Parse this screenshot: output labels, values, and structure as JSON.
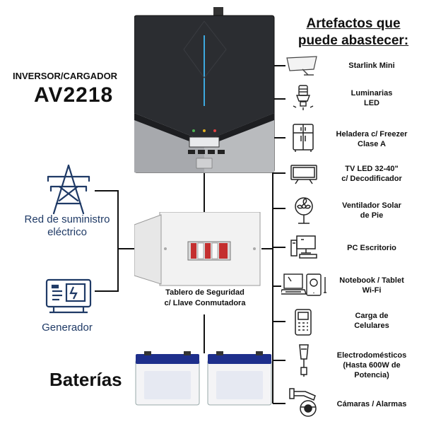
{
  "inverter": {
    "caption": "INVERSOR/CARGADOR",
    "model": "AV2218"
  },
  "sources": {
    "grid_label_line1": "Red de suministro",
    "grid_label_line2": "eléctrico",
    "generator_label": "Generador"
  },
  "panel": {
    "label_line1": "Tablero de Seguridad",
    "label_line2": "c/ Llave Conmutadora"
  },
  "batteries": {
    "label": "Baterías"
  },
  "appliances": {
    "title_line1": "Artefactos que",
    "title_line2": "puede abastecer:",
    "items": [
      {
        "line1": "Starlink Mini",
        "line2": "",
        "icon": "satellite-dish-icon"
      },
      {
        "line1": "Luminarias",
        "line2": "LED",
        "icon": "led-bulb-icon"
      },
      {
        "line1": "Heladera c/ Freezer",
        "line2": "Clase A",
        "icon": "fridge-icon"
      },
      {
        "line1": "TV LED 32-40\"",
        "line2": "c/ Decodificador",
        "icon": "tv-icon"
      },
      {
        "line1": "Ventilador Solar",
        "line2": "de Pie",
        "icon": "fan-icon"
      },
      {
        "line1": "PC Escritorio",
        "line2": "",
        "icon": "desktop-pc-icon"
      },
      {
        "line1": "Notebook / Tablet",
        "line2": "Wi-Fi",
        "icon": "laptop-tablet-icon"
      },
      {
        "line1": "Carga de",
        "line2": "Celulares",
        "icon": "phone-icon"
      },
      {
        "line1": "Electrodomésticos",
        "line2": "(Hasta 600W de",
        "line3": "Potencia)",
        "icon": "blender-icon"
      },
      {
        "line1": "Cámaras / Alarmas",
        "line2": "",
        "icon": "camera-icon"
      }
    ]
  },
  "colors": {
    "inverter_body": "#2b2d31",
    "inverter_panel": "#b9bbbe",
    "navy": "#1f3a66",
    "battery_lid": "#1e2f8c"
  }
}
